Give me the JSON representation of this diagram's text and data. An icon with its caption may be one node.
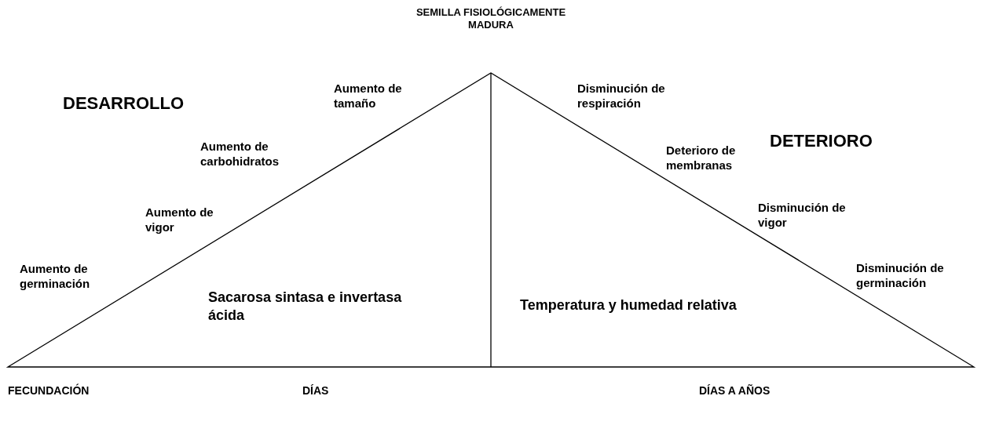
{
  "diagram": {
    "labels": [
      "SEMILLA FISIOLÓGICAMENTE MADURA",
      "DESARROLLO",
      "Aumento de tamaño",
      "Aumento de carbohidratos",
      "Aumento de vigor",
      "Aumento de germinación",
      "Disminución de respiración",
      "DETERIORO",
      "Deterioro de membranas",
      "Disminución de vigor",
      "Disminución de germinación",
      "Sacarosa sintasa e invertasa ácida",
      "Temperatura y humedad relativa",
      "FECUNDACIÓN",
      "DÍAS",
      "DÍAS A AÑOS"
    ]
  }
}
